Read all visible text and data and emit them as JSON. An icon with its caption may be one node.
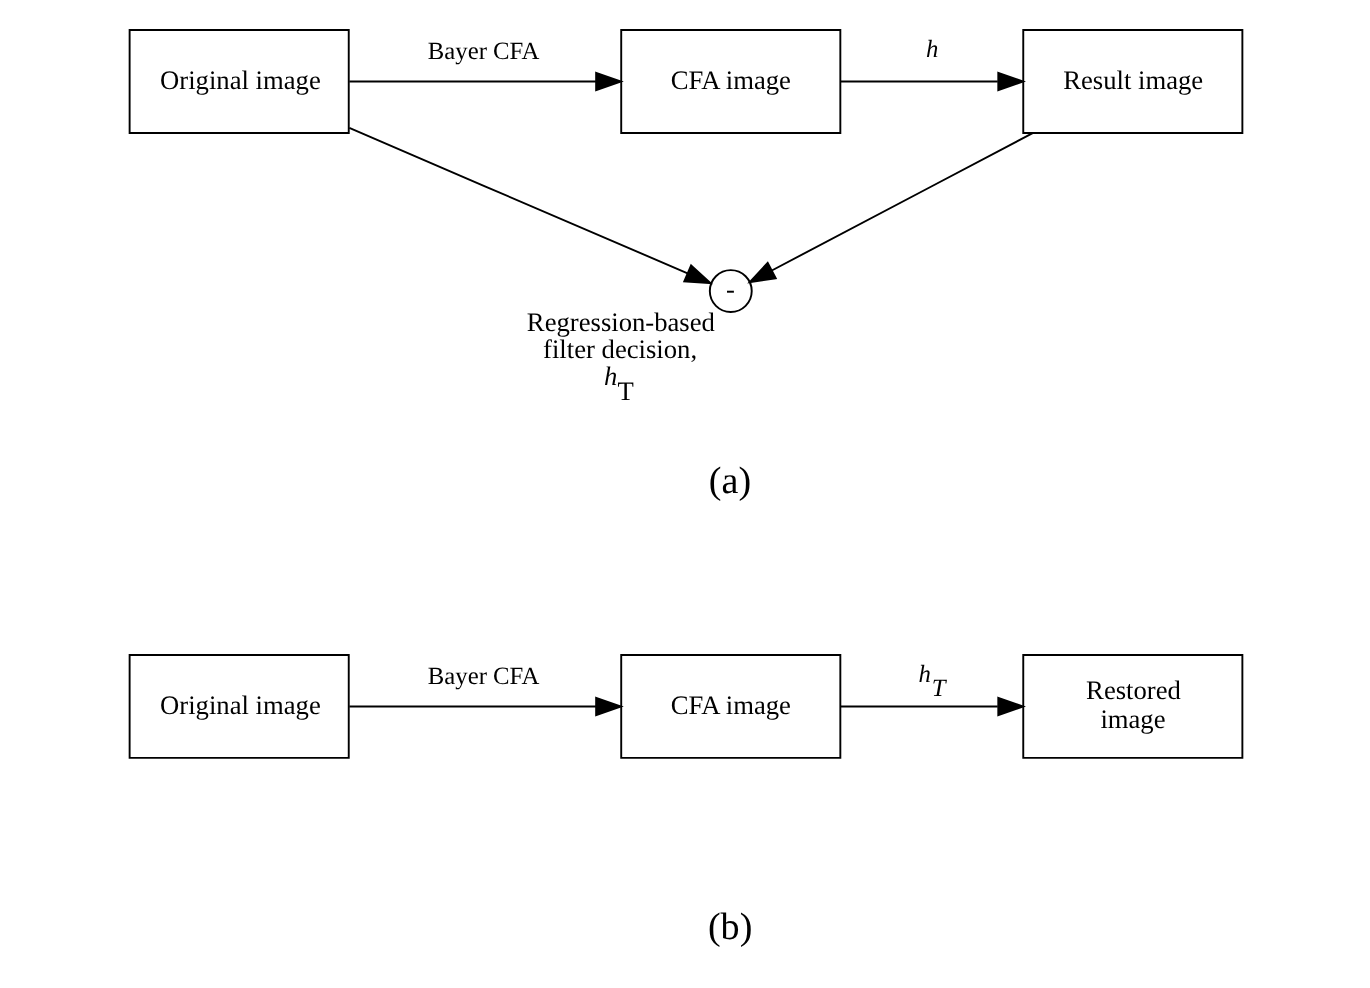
{
  "diagram": {
    "nodes": [
      {
        "text": [
          "Original image"
        ]
      },
      {
        "text": [
          "CFA image"
        ]
      },
      {
        "text": [
          "Result image"
        ]
      },
      {
        "text": [
          "-"
        ],
        "beside": [
          "Regression-based filter decision, *h*$_{T}$"
        ]
      },
      {
        "text": [
          "Original image"
        ]
      },
      {
        "text": [
          "CFA image"
        ]
      },
      {
        "text": [
          "Restored image"
        ]
      }
    ],
    "edges": [
      {
        "from": 0,
        "to": 1,
        "arrow": "to",
        "label": "Bayer CFA"
      },
      {
        "from": 1,
        "to": 2,
        "arrow": "to",
        "label": "h"
      },
      {
        "from": 0,
        "to": 3,
        "arrow": "to"
      },
      {
        "from": 2,
        "to": 3,
        "arrow": "to"
      },
      {
        "from": 4,
        "to": 5,
        "arrow": "to",
        "label": "Bayer CFA"
      },
      {
        "from": 5,
        "to": 6,
        "arrow": "to",
        "label": "h$_{T}$"
      }
    ],
    "labels": [
      "(a)",
      "(b)"
    ]
  }
}
